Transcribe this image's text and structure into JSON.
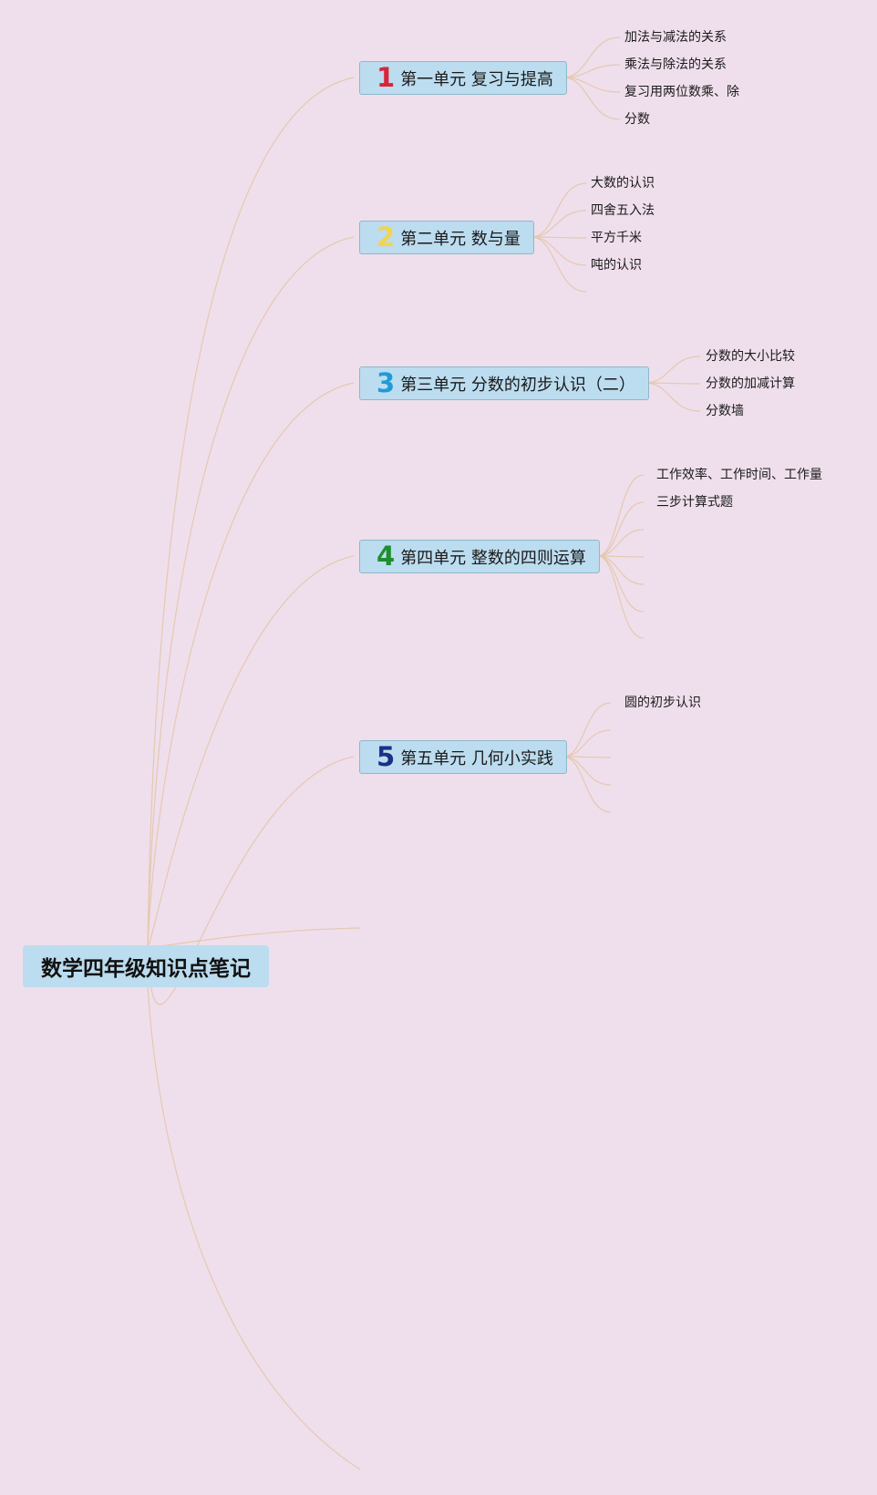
{
  "root": {
    "label": "数学四年级知识点笔记"
  },
  "units": [
    {
      "num": "1",
      "color": "#d8253a",
      "label": "第一单元 复习与提高",
      "topics": [
        "加法与减法的关系",
        "乘法与除法的关系",
        "复习用两位数乘、除",
        "分数"
      ]
    },
    {
      "num": "2",
      "color": "#f2d44f",
      "label": "第二单元 数与量",
      "topics": [
        "大数的认识",
        "四舍五入法",
        "平方千米",
        "吨的认识"
      ]
    },
    {
      "num": "3",
      "color": "#1f9bd8",
      "label": "第三单元 分数的初步认识（二）",
      "topics": [
        "分数的大小比较",
        "分数的加减计算",
        "分数墙"
      ]
    },
    {
      "num": "4",
      "color": "#1e8f2e",
      "label": "第四单元 整数的四则运算",
      "topics": [
        "工作效率、工作时间、工作量",
        "三步计算式题"
      ]
    },
    {
      "num": "5",
      "color": "#1a2f85",
      "label": "第五单元 几何小实践",
      "topics": [
        "圆的初步认识"
      ]
    }
  ],
  "colors": {
    "background": "#efdfec",
    "node_fill": "#bcdcef",
    "node_border": "#8fb8c8",
    "connector": "#e5c8b0"
  }
}
